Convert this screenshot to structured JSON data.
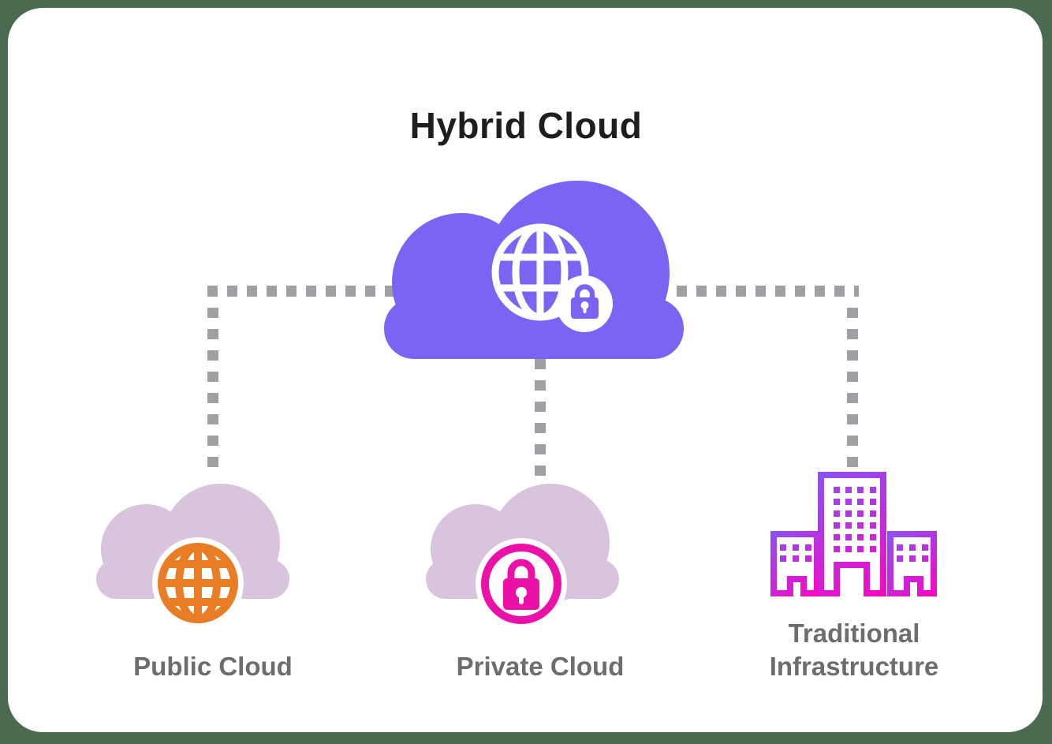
{
  "title": "Hybrid Cloud",
  "colors": {
    "background": "#4A6B4F",
    "card": "#FFFFFF",
    "hybrid_cloud_purple": "#7D63F3",
    "sub_cloud_lavender": "#D8C4DC",
    "public_globe_orange": "#E87D26",
    "private_lock_magenta": "#EA10A8",
    "building_gradient_start": "#8A52F5",
    "building_gradient_end": "#F806C3",
    "connector_gray": "#9EA0A3",
    "label_gray": "#6D6D6D",
    "title_dark": "#1E1E21"
  },
  "nodes": {
    "hybrid": {
      "label": "Hybrid Cloud",
      "icon": "cloud-globe-with-lock-badge"
    },
    "public": {
      "label": "Public Cloud",
      "icon": "cloud-globe"
    },
    "private": {
      "label": "Private Cloud",
      "icon": "cloud-padlock"
    },
    "traditional": {
      "label_line1": "Traditional",
      "label_line2": "Infrastructure",
      "icon": "office-buildings"
    }
  }
}
